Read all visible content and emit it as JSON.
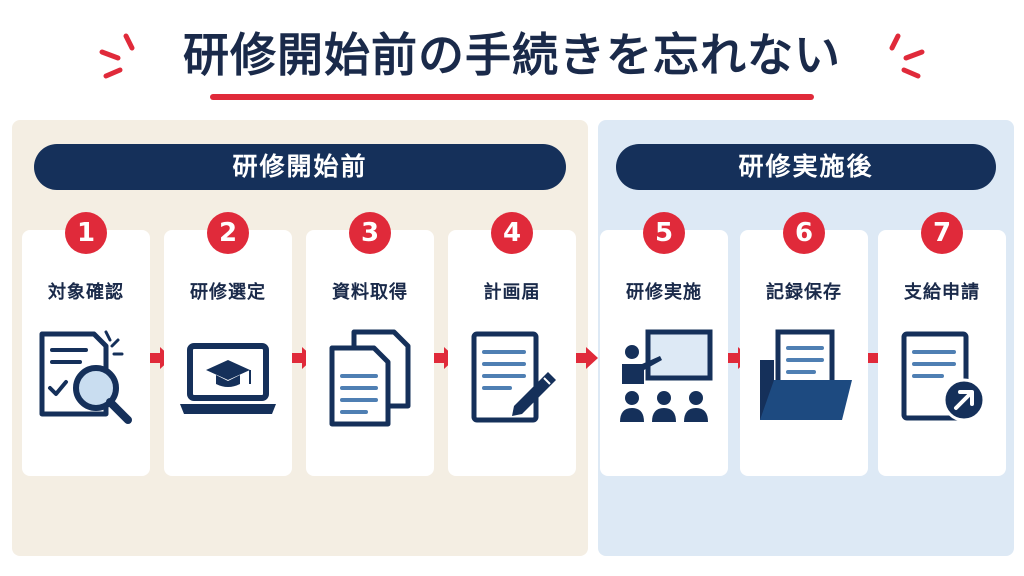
{
  "title": "研修開始前の手続きを忘れない",
  "phases": {
    "before": "研修開始前",
    "after": "研修実施後"
  },
  "steps": [
    {
      "number": "1",
      "label": "対象確認",
      "icon": "document-search-icon"
    },
    {
      "number": "2",
      "label": "研修選定",
      "icon": "laptop-graduation-cap-icon"
    },
    {
      "number": "3",
      "label": "資料取得",
      "icon": "documents-stack-icon"
    },
    {
      "number": "4",
      "label": "計画届",
      "icon": "document-pen-icon"
    },
    {
      "number": "5",
      "label": "研修実施",
      "icon": "presentation-audience-icon"
    },
    {
      "number": "6",
      "label": "記録保存",
      "icon": "folder-documents-icon"
    },
    {
      "number": "7",
      "label": "支給申請",
      "icon": "document-send-icon"
    }
  ],
  "colors": {
    "navy": "#15305a",
    "red": "#e02a3a",
    "before_panel": "#f4eee3",
    "after_panel": "#dde9f5",
    "icon_blue": "#4f7fb3"
  }
}
